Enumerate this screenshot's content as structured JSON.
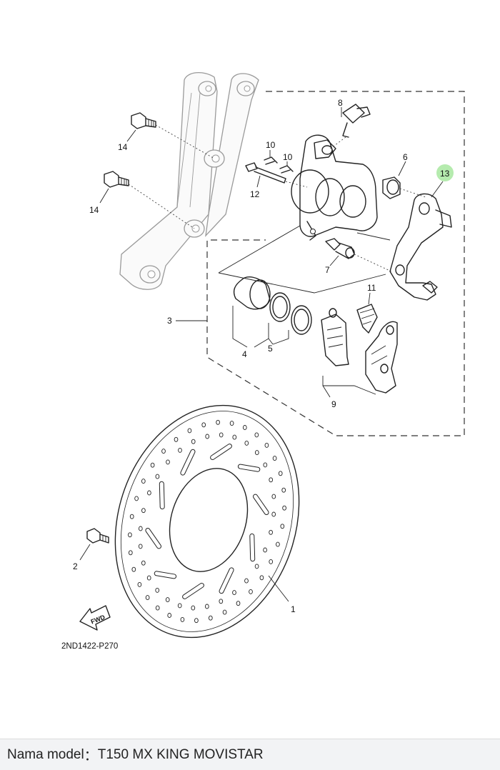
{
  "diagram": {
    "callouts": {
      "c1": "1",
      "c2": "2",
      "c3": "3",
      "c4": "4",
      "c5": "5",
      "c6": "6",
      "c7": "7",
      "c8": "8",
      "c9": "9",
      "c10a": "10",
      "c10b": "10",
      "c11": "11",
      "c12": "12",
      "c13": "13",
      "c14a": "14",
      "c14b": "14"
    },
    "highlight_color": "#a8e8a0",
    "fwd_label": "FWD",
    "diagram_code": "2ND1422-P270"
  },
  "footer": {
    "label": "Nama model",
    "separator": "：",
    "model": "T150 MX KING MOVISTAR"
  }
}
